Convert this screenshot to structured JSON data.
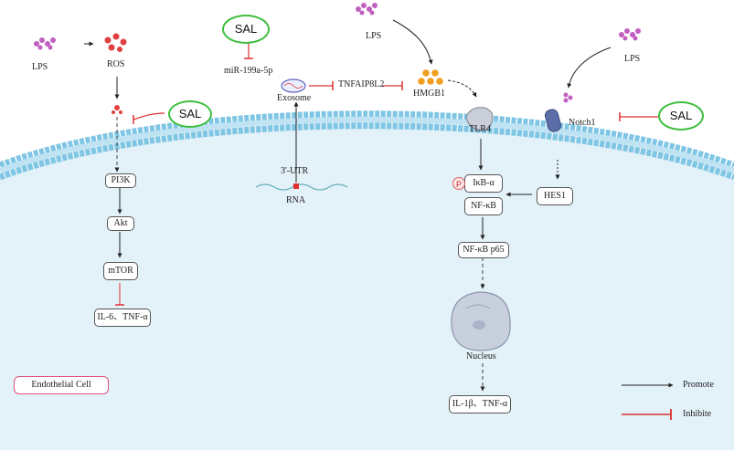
{
  "labels": {
    "lps_left": "LPS",
    "ros": "ROS",
    "lps_top": "LPS",
    "lps_right": "LPS",
    "mir": "miR-199a-5p",
    "exosome": "Exosome",
    "tnfaip8l2": "TNFAIP8L2",
    "hmgb1": "HMGB1",
    "tlr4": "TLR4",
    "notch1": "Notch1",
    "utr": "3'-UTR",
    "rna": "RNA",
    "nucleus": "Nucleus",
    "p": "P"
  },
  "boxes": {
    "pi3k": "PI3K",
    "akt": "Akt",
    "mtor": "mTOR",
    "il6": "IL-6、TNF-α",
    "ikb": "IκB-α",
    "nfkb": "NF-κB",
    "hes1": "HES1",
    "nfkb_p65": "NF-κB p65",
    "il1b": "IL-1β、TNF-α"
  },
  "sal": {
    "left": "SAL",
    "top": "SAL",
    "right": "SAL"
  },
  "cell_tag": "Endothelial Cell",
  "legend": {
    "promote": "Promote",
    "inhibit": "Inhibite"
  },
  "colors": {
    "cytoplasm": "#e3f1f8",
    "membrane_head": "#7fc6e5",
    "sal_border": "#3fbf3f",
    "inhibit": "#e03030",
    "lps": "#c060c0",
    "ros": "#e04040",
    "hmgb1": "#f0a020",
    "cell_tag_border": "#e0507a"
  }
}
